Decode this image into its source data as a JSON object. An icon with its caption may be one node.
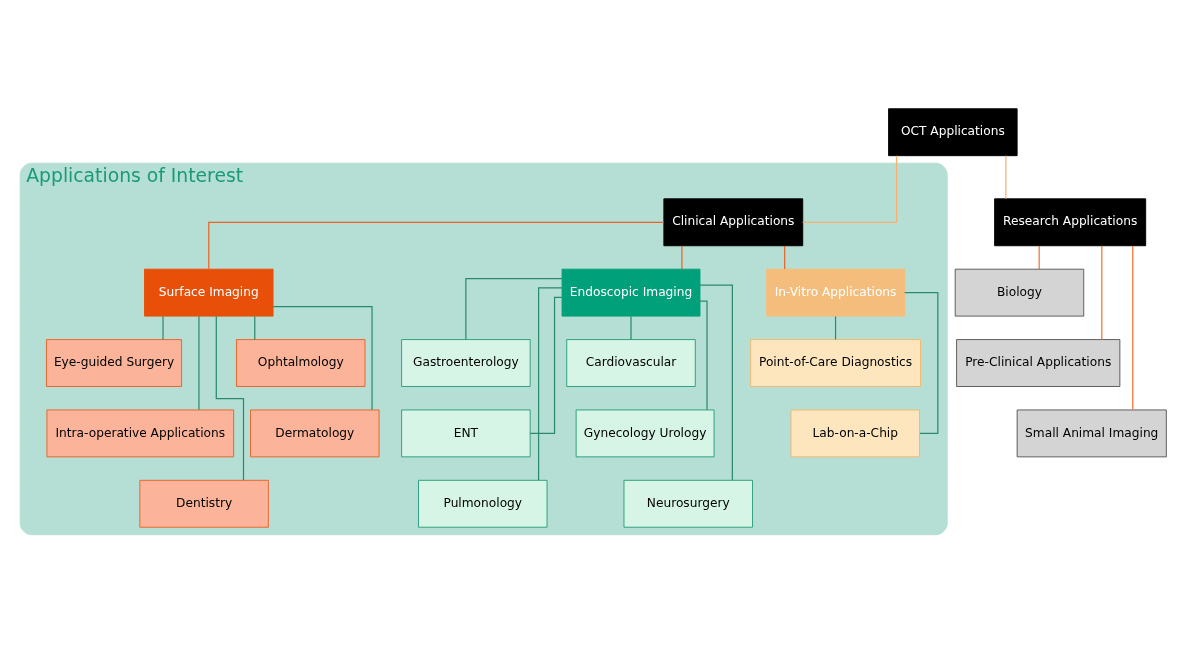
{
  "diagram": {
    "nodes": [
      {
        "text": [
          "OCT Applications"
        ]
      },
      {
        "text": [
          "Applications of Interest"
        ]
      },
      {
        "text": [
          "Clinical Applications"
        ],
        "in": 1
      },
      {
        "text": [
          "Research Applications"
        ]
      },
      {
        "text": [
          "Surface Imaging"
        ],
        "in": 1
      },
      {
        "text": [
          "Endoscopic Imaging"
        ],
        "in": 1
      },
      {
        "text": [
          "In-Vitro Applications"
        ],
        "in": 1
      },
      {
        "text": [
          "Ophtalmology"
        ],
        "in": 1
      },
      {
        "text": [
          "Eye-guided Surgery"
        ],
        "in": 1
      },
      {
        "text": [
          "Dermatology"
        ],
        "in": 1
      },
      {
        "text": [
          "Intra-operative Applications"
        ],
        "in": 1
      },
      {
        "text": [
          "Dentistry"
        ],
        "in": 1
      },
      {
        "text": [
          "Cardiovascular"
        ],
        "in": 1
      },
      {
        "text": [
          "Gastroenterology"
        ],
        "in": 1
      },
      {
        "text": [
          "Gynecology Urology"
        ],
        "in": 1
      },
      {
        "text": [
          "ENT"
        ],
        "in": 1
      },
      {
        "text": [
          "Neurosurgery"
        ],
        "in": 1
      },
      {
        "text": [
          "Pulmonology"
        ],
        "in": 1
      },
      {
        "text": [
          "Point-of-Care Diagnostics"
        ],
        "in": 1
      },
      {
        "text": [
          "Lab-on-a-Chip"
        ],
        "in": 1
      },
      {
        "text": [
          "Biology"
        ]
      },
      {
        "text": [
          "Pre-Clinical Applications"
        ]
      },
      {
        "text": [
          "Small Animal Imaging"
        ]
      }
    ],
    "edges": [
      {
        "from": 0,
        "to": 2,
        "arrow": "none",
        "color": "#f8b070"
      },
      {
        "from": 0,
        "to": 3,
        "arrow": "none",
        "color": "#f8b070"
      },
      {
        "from": 2,
        "to": 4,
        "arrow": "none",
        "color": "#e8622a"
      },
      {
        "from": 2,
        "to": 5,
        "arrow": "none",
        "color": "#e8622a"
      },
      {
        "from": 2,
        "to": 6,
        "arrow": "none",
        "color": "#e8622a"
      },
      {
        "from": 4,
        "to": 7,
        "arrow": "none"
      },
      {
        "from": 4,
        "to": 8,
        "arrow": "none"
      },
      {
        "from": 4,
        "to": 9,
        "arrow": "none"
      },
      {
        "from": 4,
        "to": 10,
        "arrow": "none"
      },
      {
        "from": 4,
        "to": 11,
        "arrow": "none"
      },
      {
        "from": 5,
        "to": 12,
        "arrow": "none"
      },
      {
        "from": 5,
        "to": 13,
        "arrow": "none"
      },
      {
        "from": 5,
        "to": 14,
        "arrow": "none"
      },
      {
        "from": 5,
        "to": 15,
        "arrow": "none"
      },
      {
        "from": 5,
        "to": 16,
        "arrow": "none"
      },
      {
        "from": 5,
        "to": 17,
        "arrow": "none"
      },
      {
        "from": 6,
        "to": 18,
        "arrow": "none"
      },
      {
        "from": 6,
        "to": 19,
        "arrow": "none"
      },
      {
        "from": 3,
        "to": 20,
        "arrow": "none",
        "color": "#f07030"
      },
      {
        "from": 3,
        "to": 21,
        "arrow": "none",
        "color": "#f07030"
      },
      {
        "from": 3,
        "to": 22,
        "arrow": "none",
        "color": "#f07030"
      }
    ]
  }
}
